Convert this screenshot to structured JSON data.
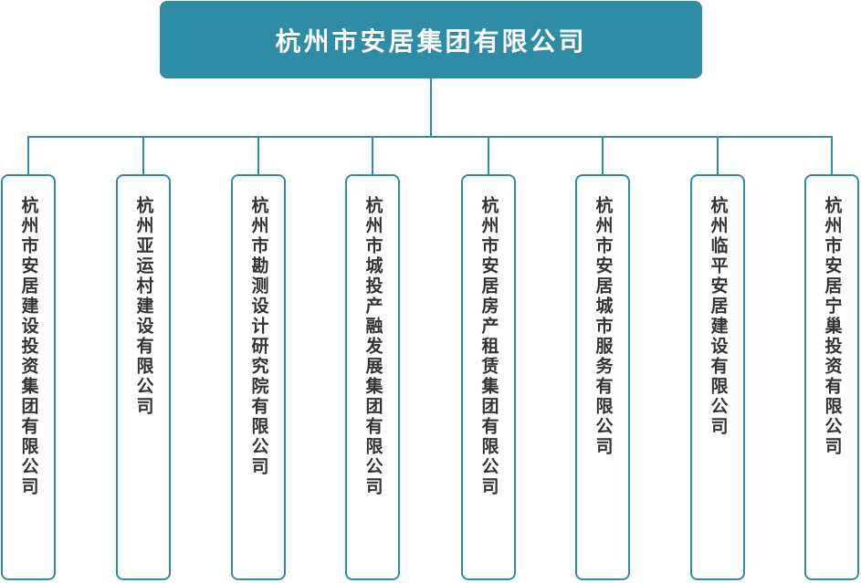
{
  "colors": {
    "root_fill": "#2f8ca7",
    "line": "#2f8ca7",
    "box_border": "#2f8ca7",
    "root_text": "#ffffff",
    "child_text": "#333333"
  },
  "root": {
    "label": "杭州市安居集团有限公司"
  },
  "children": [
    {
      "label": "杭州市安居建设投资集团有限公司"
    },
    {
      "label": "杭州亚运村建设有限公司"
    },
    {
      "label": "杭州市勘测设计研究院有限公司"
    },
    {
      "label": "杭州市城投产融发展集团有限公司"
    },
    {
      "label": "杭州市安居房产租赁集团有限公司"
    },
    {
      "label": "杭州市安居城市服务有限公司"
    },
    {
      "label": "杭州临平安居建设有限公司"
    },
    {
      "label": "杭州市安居宁巢投资有限公司"
    }
  ]
}
